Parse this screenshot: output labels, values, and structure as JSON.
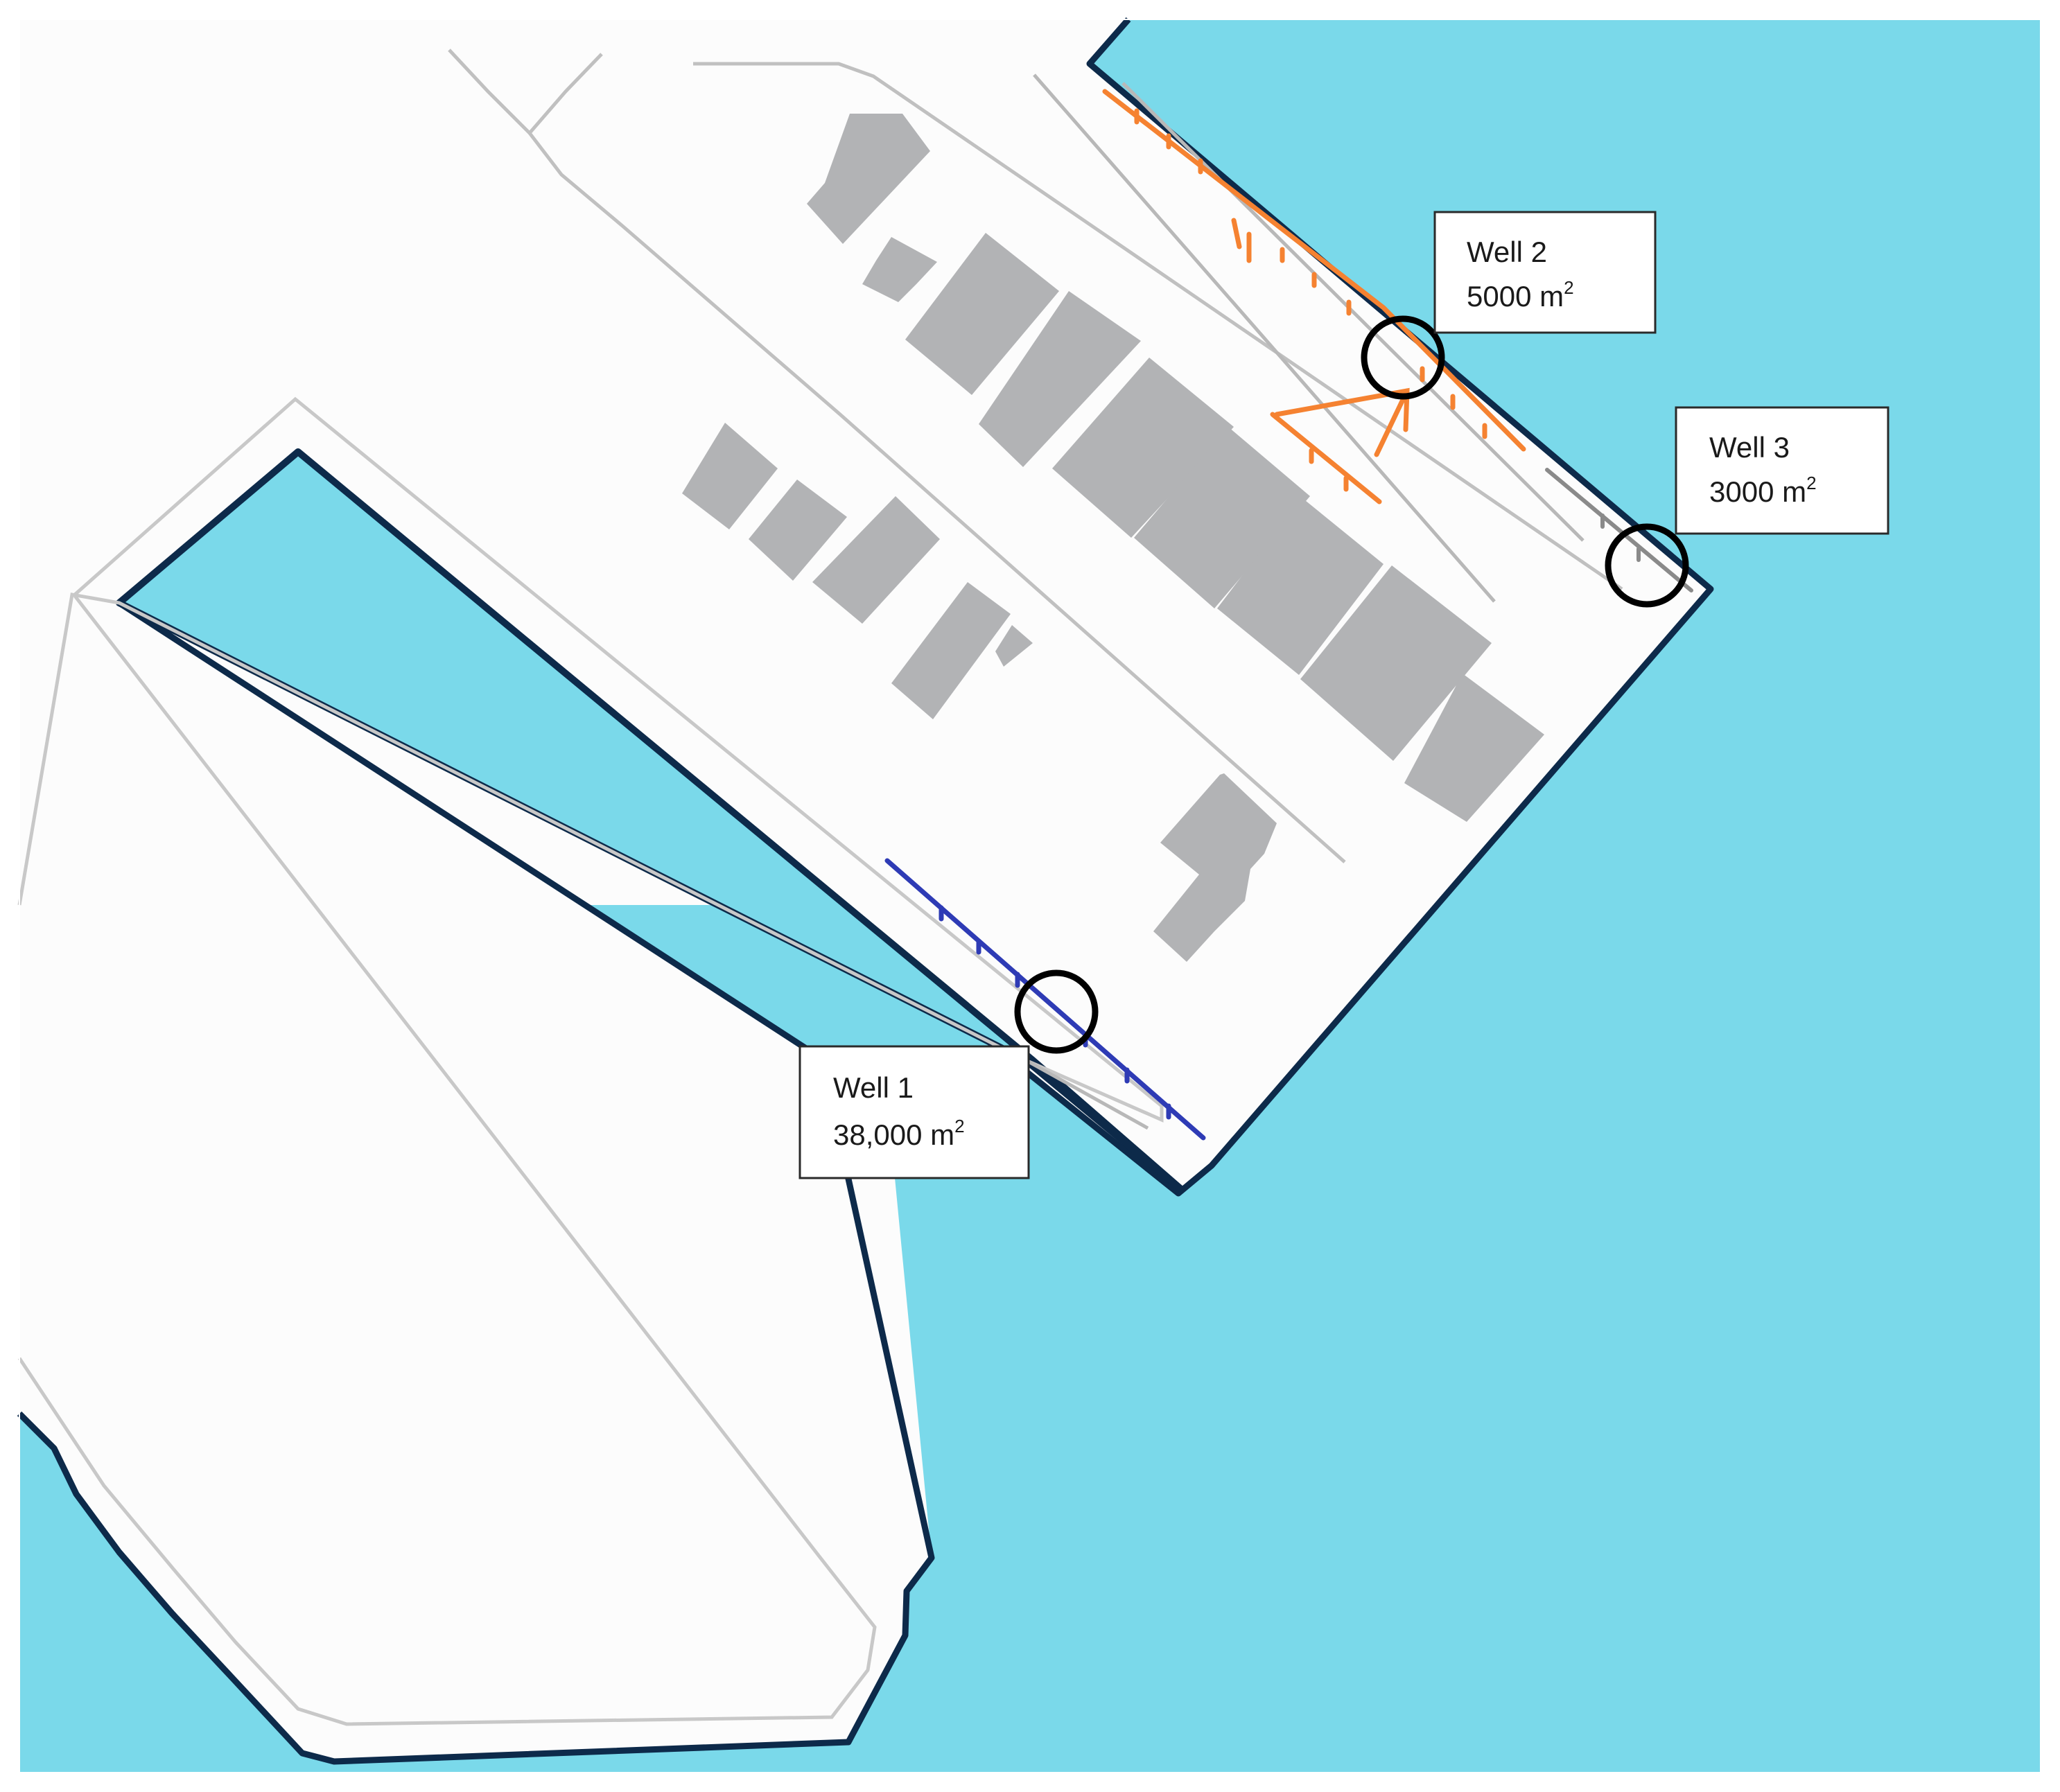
{
  "map": {
    "colors": {
      "water": "#7ad9ea",
      "land": "#fcfcfc",
      "coastline": "#0d2a4a",
      "outline": "#c8c8c8",
      "building": "#b2b3b5",
      "drain_well_2": "#f58231",
      "drain_well_1": "#2e3bb5",
      "drain_well_3": "#8a8a8a",
      "marker": "#000000"
    },
    "wells": [
      {
        "id": "well-2",
        "name": "Well 2",
        "area_value": "5000 m",
        "area_exp": "2",
        "drain_color": "orange"
      },
      {
        "id": "well-3",
        "name": "Well 3",
        "area_value": "3000 m",
        "area_exp": "2",
        "drain_color": "gray"
      },
      {
        "id": "well-1",
        "name": "Well 1",
        "area_value": "38,000 m",
        "area_exp": "2",
        "drain_color": "blue"
      }
    ]
  }
}
